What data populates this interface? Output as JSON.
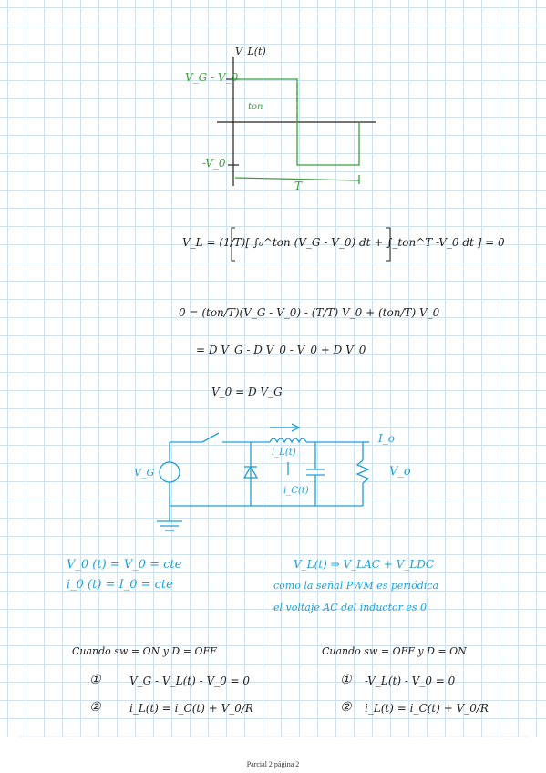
{
  "waveform": {
    "axis_label": "V_L(t)",
    "high_label": "V_G - V_0",
    "ton_label": "ton",
    "low_label": "-V_0",
    "period_label": "T"
  },
  "equations": {
    "eq1": "V_L = (1/T)[ ∫₀^ton (V_G - V_0) dt + ∫_ton^T -V_0 dt ] = 0",
    "eq2": "0 = (ton/T)(V_G - V_0) - (T/T) V_0 + (ton/T) V_0",
    "eq3": "= D V_G - D V_0 - V_0 + D V_0",
    "eq4": "V_0 = D V_G"
  },
  "circuit": {
    "source_label": "V_G",
    "current_label": "i_L(t)",
    "cap_current_label": "i_C(t)",
    "output_current_label": "I_o",
    "output_voltage_label": "V_o"
  },
  "notes": {
    "left1": "V_0 (t) = V_0 = cte",
    "left2": "i_0 (t) = I_0 = cte",
    "right1": "V_L(t) ⇒ V_LAC + V_LDC",
    "right2": "como la señal PWM es periódica",
    "right3": "el voltaje AC del inductor es 0"
  },
  "cases": {
    "left_title": "Cuando  sw = ON   y   D = OFF",
    "left_eq1": "V_G - V_L(t) - V_0 = 0",
    "left_eq2": "i_L(t) = i_C(t) + V_0/R",
    "right_title": "Cuando   sw = OFF   y   D = ON",
    "right_eq1": "-V_L(t) - V_0 = 0",
    "right_eq2": "i_L(t) = i_C(t) + V_0/R",
    "marker1": "①",
    "marker2": "②"
  },
  "footer": "Parcial 2 página 2",
  "colors": {
    "green": "#3aa13a",
    "blue": "#1e9fd6",
    "ink": "#222222",
    "grid": "#cfe0ee"
  }
}
